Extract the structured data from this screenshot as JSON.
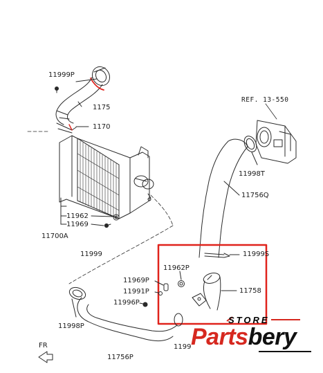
{
  "diagram": {
    "ref": "REF. 13-550",
    "fr": "FR",
    "labels": {
      "l_11999p_top": "11999P",
      "l_1175_top": "1175",
      "l_1170": "1170",
      "l_11998t": "11998T",
      "l_11756q": "11756Q",
      "l_11962": "11962",
      "l_11969": "11969",
      "l_11700a": "11700A",
      "l_11999": "11999",
      "l_11999s": "11999S",
      "l_11962p": "11962P",
      "l_11969p": "11969P",
      "l_11991p": "11991P",
      "l_11758": "11758",
      "l_11996p": "11996P",
      "l_11998p": "11998P",
      "l_1199_bottom": "1199",
      "l_11756p": "11756P"
    },
    "colors": {
      "line": "#2a2a2a",
      "highlight": "#e0221b"
    }
  },
  "watermark": {
    "store": "STORE",
    "brand_part1": "Parts",
    "brand_part2": "bery"
  }
}
